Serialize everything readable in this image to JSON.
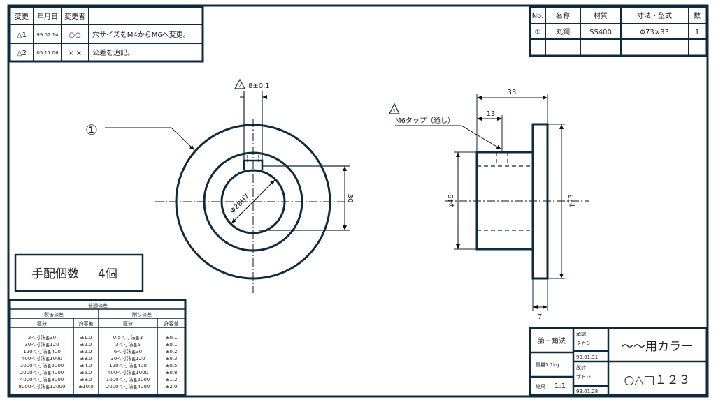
{
  "revisions": {
    "headers": [
      "変更",
      "年月日",
      "変更者",
      ""
    ],
    "rows": [
      [
        "△1",
        "99.02.14",
        "○○",
        "穴サイズをM4からM6へ変更。"
      ],
      [
        "△2",
        "05.11.06",
        "× ×",
        "公差を追記。"
      ]
    ]
  },
  "parts": {
    "headers": [
      "No.",
      "名称",
      "材質",
      "寸法・型式",
      "数"
    ],
    "rows": [
      [
        "①",
        "丸鋼",
        "SS400",
        "Φ73×33",
        "1"
      ]
    ]
  },
  "order": {
    "label": "手配個数",
    "qty": "4個"
  },
  "front_view": {
    "callout": "①",
    "rev_mark": "2",
    "keyway": "8±0.1",
    "bore": "Φ28H7",
    "depth": "30"
  },
  "side_view": {
    "rev_mark": "1",
    "tap": "M6タップ（通し）",
    "length": "33",
    "tap_pos": "13",
    "body_dia": "φ46",
    "flange_dia": "φ73",
    "flange_t": "7"
  },
  "tolerance": {
    "title": "普通公差",
    "group1": "製缶公差",
    "group2": "削り公差",
    "col_range": "区分",
    "col_tol": "許容差",
    "fab": [
      [
        "2＜寸法≦30",
        "±1.0"
      ],
      [
        "30＜寸法≦120",
        "±2.0"
      ],
      [
        "120＜寸法≦400",
        "±2.0"
      ],
      [
        "400＜寸法≦1000",
        "±3.0"
      ],
      [
        "1000＜寸法≦2000",
        "±4.0"
      ],
      [
        "2000＜寸法≦4000",
        "±6.0"
      ],
      [
        "4000＜寸法≦8000",
        "±8.0"
      ],
      [
        "8000＜寸法≦12000",
        "±10.0"
      ]
    ],
    "mach": [
      [
        "0.5＜寸法≦3",
        "±0.1"
      ],
      [
        "3＜寸法≦6",
        "±0.1"
      ],
      [
        "6＜寸法≦30",
        "±0.2"
      ],
      [
        "30＜寸法≦120",
        "±0.3"
      ],
      [
        "120＜寸法≦400",
        "±0.5"
      ],
      [
        "400＜寸法≦1000",
        "±0.8"
      ],
      [
        "1000＜寸法≦2000",
        "±1.2"
      ],
      [
        "2000＜寸法≦4000",
        "±2.0"
      ]
    ]
  },
  "title_block": {
    "projection": "第三角法",
    "weight": "重量5.1kg",
    "scale_label": "縮尺",
    "scale": "1:1",
    "approved_label": "承認",
    "approved_by": "タカシ",
    "approved_date": "99.01.31",
    "designed_label": "設計",
    "designed_by": "サトシ",
    "designed_date": "99.01.28",
    "part_name": "～～用カラー",
    "drawing_no": "○△□１２３"
  }
}
